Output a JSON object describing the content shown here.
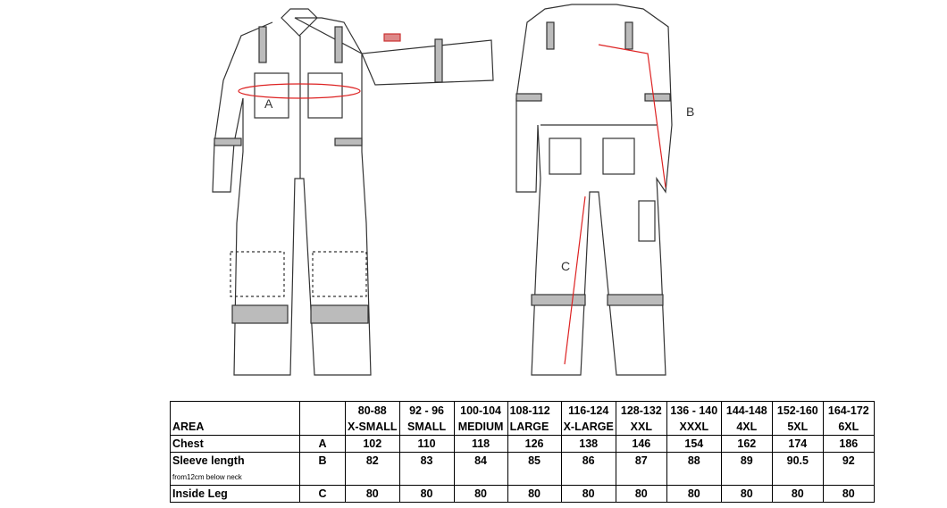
{
  "diagram": {
    "labels": {
      "a": "A",
      "b": "B",
      "c": "C"
    },
    "measure_color": "#d22"
  },
  "size_table": {
    "area_header": "AREA",
    "sizes": [
      {
        "range": "80-88",
        "name": "X-SMALL"
      },
      {
        "range": "92 - 96",
        "name": "SMALL"
      },
      {
        "range": "100-104",
        "name": "MEDIUM"
      },
      {
        "range": "108-112",
        "name": "LARGE"
      },
      {
        "range": "116-124",
        "name": "X-LARGE"
      },
      {
        "range": "128-132",
        "name": "XXL"
      },
      {
        "range": "136 - 140",
        "name": "XXXL"
      },
      {
        "range": "144-148",
        "name": "4XL"
      },
      {
        "range": "152-160",
        "name": "5XL"
      },
      {
        "range": "164-172",
        "name": "6XL"
      }
    ],
    "rows": [
      {
        "area": "Chest",
        "code": "A",
        "values": [
          "102",
          "110",
          "118",
          "126",
          "138",
          "146",
          "154",
          "162",
          "174",
          "186"
        ]
      },
      {
        "area": "Sleeve length",
        "code": "B",
        "note": "from12cm below  neck",
        "values": [
          "82",
          "83",
          "84",
          "85",
          "86",
          "87",
          "88",
          "89",
          "90.5",
          "92"
        ]
      },
      {
        "area": "Inside Leg",
        "code": "C",
        "values": [
          "80",
          "80",
          "80",
          "80",
          "80",
          "80",
          "80",
          "80",
          "80",
          "80"
        ]
      }
    ]
  }
}
